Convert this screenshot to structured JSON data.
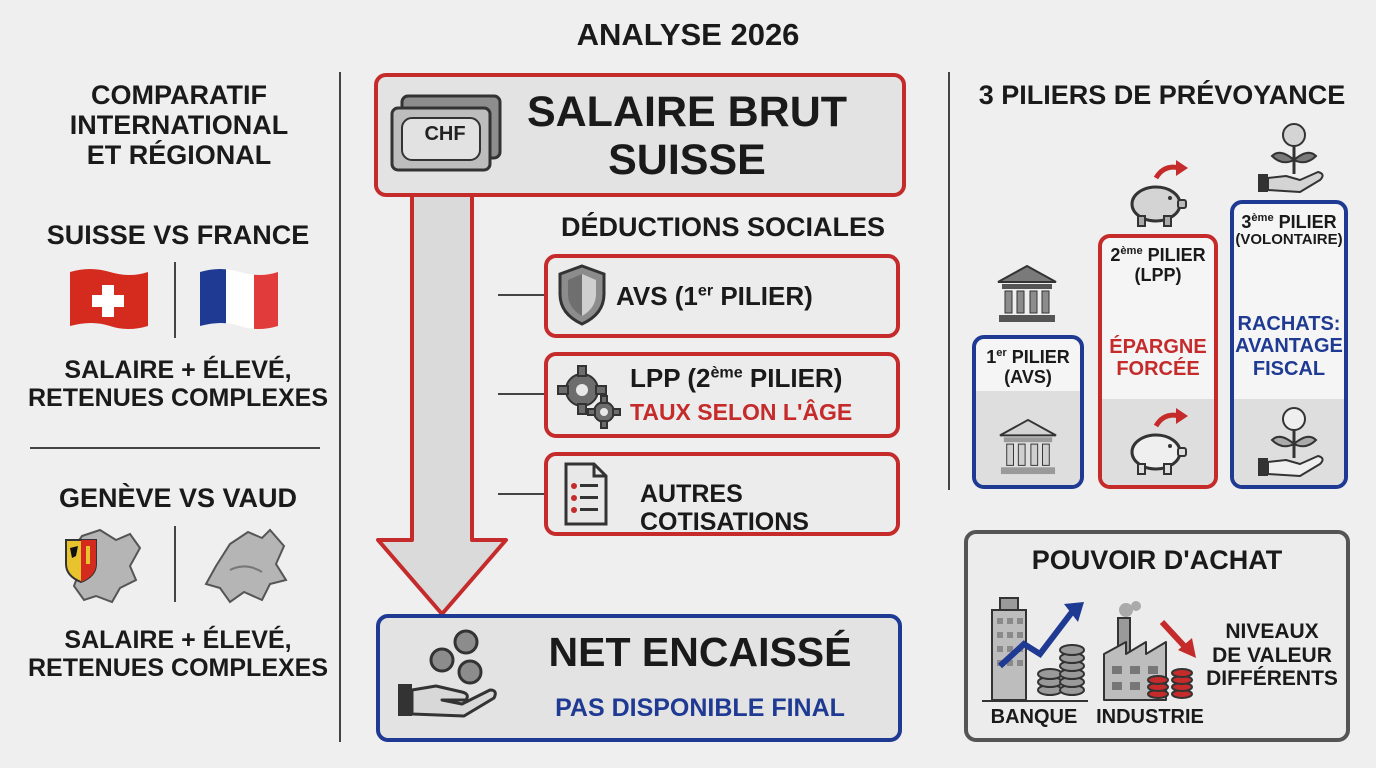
{
  "title": "ANALYSE 2026",
  "left": {
    "heading_lines": [
      "COMPARATIF",
      "INTERNATIONAL",
      "ET RÉGIONAL"
    ],
    "suisse_france": {
      "heading": "SUISSE vs FRANCE",
      "caption_lines": [
        "SALAIRE + ÉLEVÉ,",
        "RETENUES COMPLEXES"
      ]
    },
    "geneve_vaud": {
      "heading": "GENÈVE vs VAUD",
      "caption_lines": [
        "SALAIRE + ÉLEVÉ,",
        "RETENUES COMPLEXES"
      ]
    }
  },
  "center": {
    "gross": {
      "currency": "CHF",
      "title_lines": [
        "SALAIRE BRUT",
        "SUISSE"
      ]
    },
    "deductions_heading": "DÉDUCTIONS SOCIALES",
    "avs": {
      "label": "AVS (1",
      "sup": "er",
      "suffix": " PILIER)"
    },
    "lpp": {
      "label": "LPP (2",
      "sup": "ème",
      "suffix": " PILIER)",
      "note": "TAUX SELON L'ÂGE"
    },
    "other": {
      "label": "AUTRES COTISATIONS"
    },
    "net": {
      "title": "NET ENCAISSÉ",
      "subtitle": "PAS DISPONIBLE FINAL"
    }
  },
  "right": {
    "pillars_heading": "3 PILIERS DE PRÉVOYANCE",
    "pillar1": {
      "num": "1",
      "sup": "er",
      "word": " PILIER",
      "sub": "(AVS)"
    },
    "pillar2": {
      "num": "2",
      "sup": "ème",
      "word": " PILIER",
      "sub": "(LPP)",
      "desc_lines": [
        "ÉPARGNE",
        "FORCÉE"
      ]
    },
    "pillar3": {
      "num": "3",
      "sup": "ème",
      "word": " PILIER",
      "sub": "(VOLONTAIRE)",
      "desc_lines": [
        "RACHATS:",
        "AVANTAGE",
        "FISCAL"
      ]
    },
    "purchasing": {
      "heading": "POUVOIR D'ACHAT",
      "bank_label": "BANQUE",
      "industry_label": "INDUSTRIE",
      "value_lines": [
        "NIVEAUX",
        "DE VALEUR",
        "DIFFÉRENTS"
      ]
    }
  },
  "colors": {
    "red": "#c52b2b",
    "blue": "#1f3a93",
    "box_gray": "#e3e3e3"
  }
}
